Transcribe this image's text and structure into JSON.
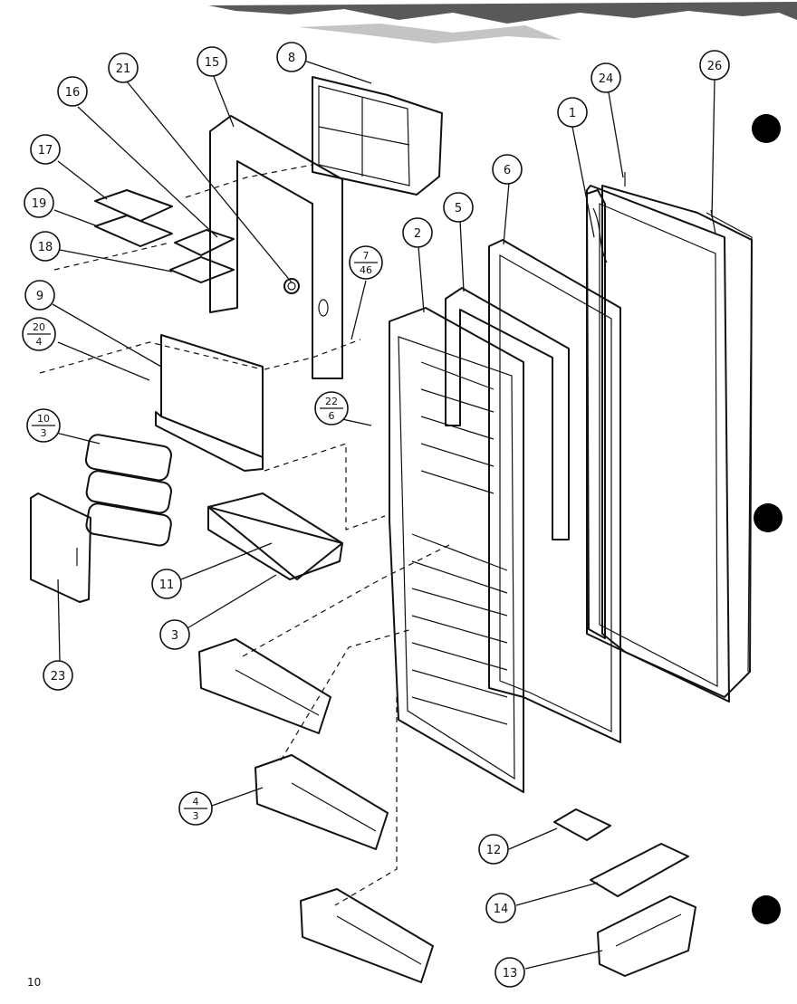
{
  "page_number": "10",
  "callouts": [
    {
      "id": "c1",
      "text": "1"
    },
    {
      "id": "c2",
      "text": "2"
    },
    {
      "id": "c3",
      "text": "3"
    },
    {
      "id": "c4",
      "top": "4",
      "bottom": "3"
    },
    {
      "id": "c5",
      "text": "5"
    },
    {
      "id": "c6",
      "text": "6"
    },
    {
      "id": "c7",
      "top": "7",
      "bottom": "46"
    },
    {
      "id": "c8",
      "text": "8"
    },
    {
      "id": "c9",
      "text": "9"
    },
    {
      "id": "c10",
      "top": "10",
      "bottom": "3"
    },
    {
      "id": "c11",
      "text": "11"
    },
    {
      "id": "c12",
      "text": "12"
    },
    {
      "id": "c13",
      "text": "13"
    },
    {
      "id": "c14",
      "text": "14"
    },
    {
      "id": "c15",
      "text": "15"
    },
    {
      "id": "c16",
      "text": "16"
    },
    {
      "id": "c17",
      "text": "17"
    },
    {
      "id": "c18",
      "text": "18"
    },
    {
      "id": "c19",
      "text": "19"
    },
    {
      "id": "c20",
      "top": "20",
      "bottom": "4"
    },
    {
      "id": "c21",
      "text": "21"
    },
    {
      "id": "c22",
      "top": "22",
      "bottom": "6"
    },
    {
      "id": "c23",
      "text": "23"
    },
    {
      "id": "c24",
      "text": "24"
    },
    {
      "id": "c26",
      "text": "26"
    }
  ]
}
